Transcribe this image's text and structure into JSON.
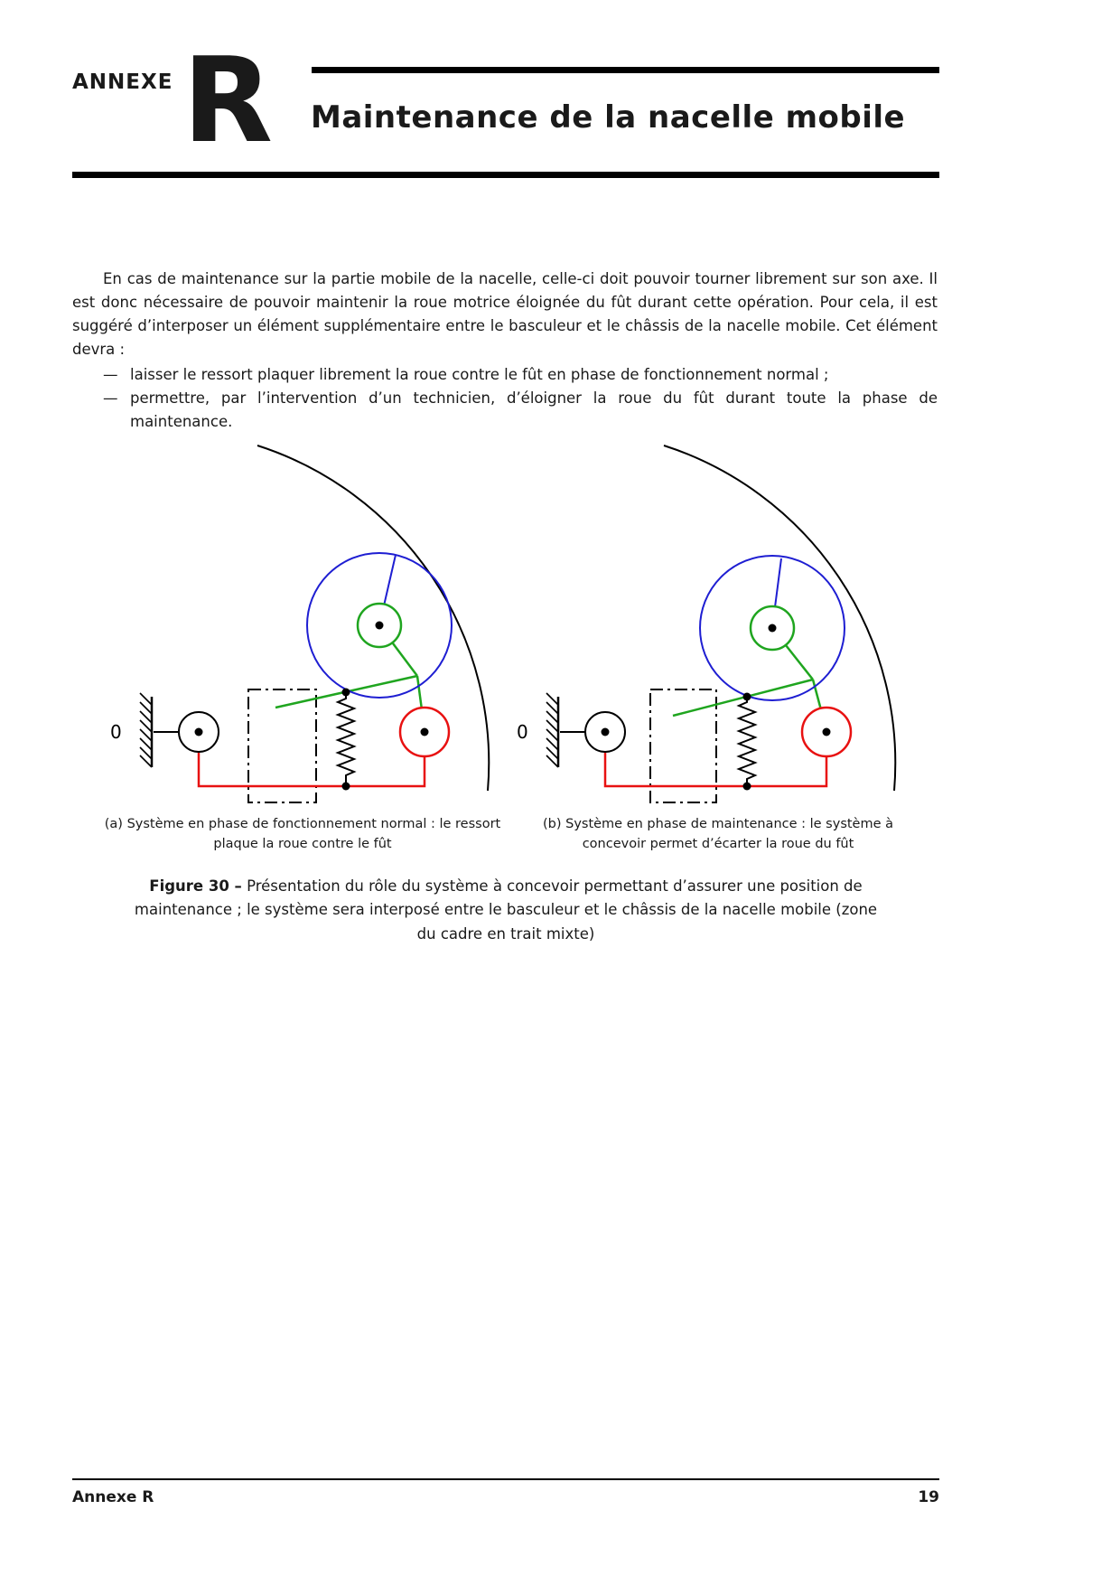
{
  "page": {
    "annexe_label": "ANNEXE",
    "annexe_letter": "R",
    "title": "Maintenance de la nacelle mobile",
    "footer_left": "Annexe R",
    "footer_page": "19"
  },
  "body": {
    "paragraph": "En cas de maintenance sur la partie mobile de la nacelle, celle-ci doit pouvoir tourner librement sur son axe. Il est donc nécessaire de pouvoir maintenir la roue motrice éloignée du fût durant cette opération. Pour cela, il est suggéré d’interposer un élément supplémentaire entre le basculeur et le châssis de la nacelle mobile. Cet élément devra :",
    "bullet_marker": "—",
    "bullets": [
      "laisser le ressort plaquer librement la roue contre le fût en phase de fonctionnement normal ;",
      "permettre, par l’intervention d’un technicien, d’éloigner la roue du fût durant toute la phase de maintenance."
    ]
  },
  "figure": {
    "ground_label": "0",
    "caption_a_label": "(a)",
    "caption_a": "Système en phase de fonctionnement normal : le ressort plaque la roue contre le fût",
    "caption_b_label": "(b)",
    "caption_b": "Système en phase de maintenance : le système à concevoir permet d’écarter la roue du fût",
    "figure_label": "Figure 30 –",
    "figure_caption": "Présentation du rôle du système à concevoir permettant d’assurer une position de maintenance ; le système sera interposé entre le basculeur et le châssis de la nacelle mobile (zone du cadre en trait mixte)",
    "colors": {
      "blue": "#1e1ed2",
      "green": "#1fa51f",
      "red": "#e81111"
    }
  }
}
